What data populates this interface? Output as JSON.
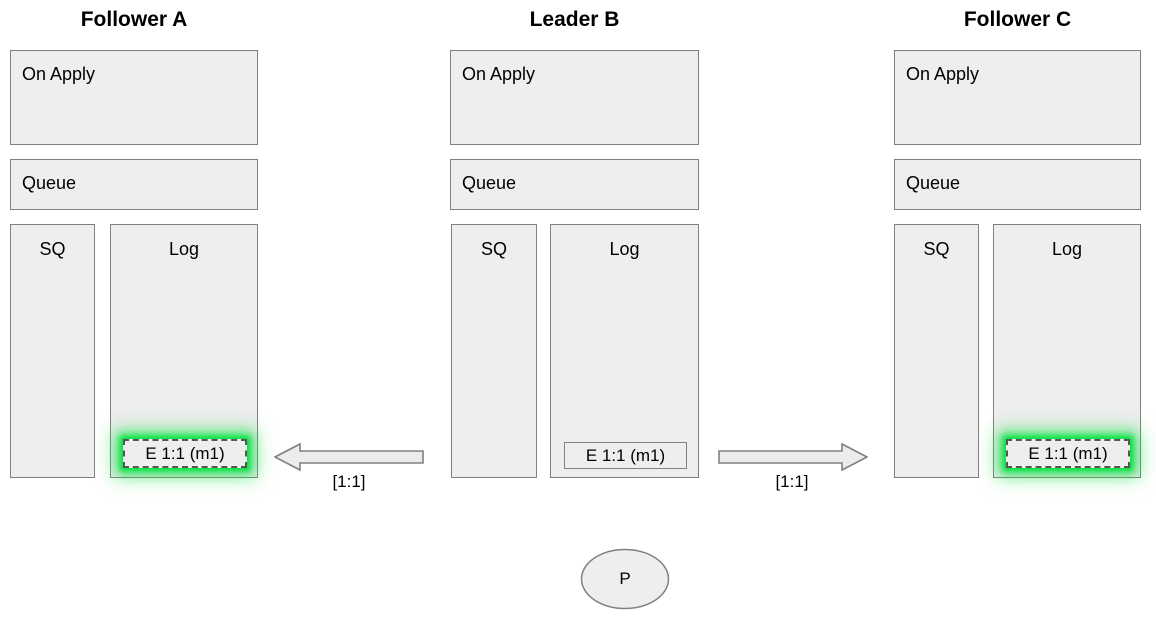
{
  "diagram": {
    "background_color": "#ffffff",
    "box_fill": "#eeeeee",
    "box_border": "#808080",
    "highlight_color": "#00e13c",
    "columns": [
      {
        "title": "Follower A",
        "role": "follower",
        "on_apply_label": "On Apply",
        "queue_label": "Queue",
        "sq_label": "SQ",
        "log_label": "Log",
        "log_entries": [
          {
            "text": "E 1:1 (m1)",
            "highlighted": true
          }
        ]
      },
      {
        "title": "Leader B",
        "role": "leader",
        "on_apply_label": "On Apply",
        "queue_label": "Queue",
        "sq_label": "SQ",
        "log_label": "Log",
        "log_entries": [
          {
            "text": "E 1:1 (m1)",
            "highlighted": false
          }
        ]
      },
      {
        "title": "Follower C",
        "role": "follower",
        "on_apply_label": "On Apply",
        "queue_label": "Queue",
        "sq_label": "SQ",
        "log_label": "Log",
        "log_entries": [
          {
            "text": "E 1:1 (m1)",
            "highlighted": true
          }
        ]
      }
    ],
    "arrows": [
      {
        "direction": "left",
        "label": "[1:1]",
        "from": "Leader B",
        "to": "Follower A"
      },
      {
        "direction": "right",
        "label": "[1:1]",
        "from": "Leader B",
        "to": "Follower C"
      }
    ],
    "node": {
      "label": "P",
      "shape": "ellipse"
    }
  }
}
